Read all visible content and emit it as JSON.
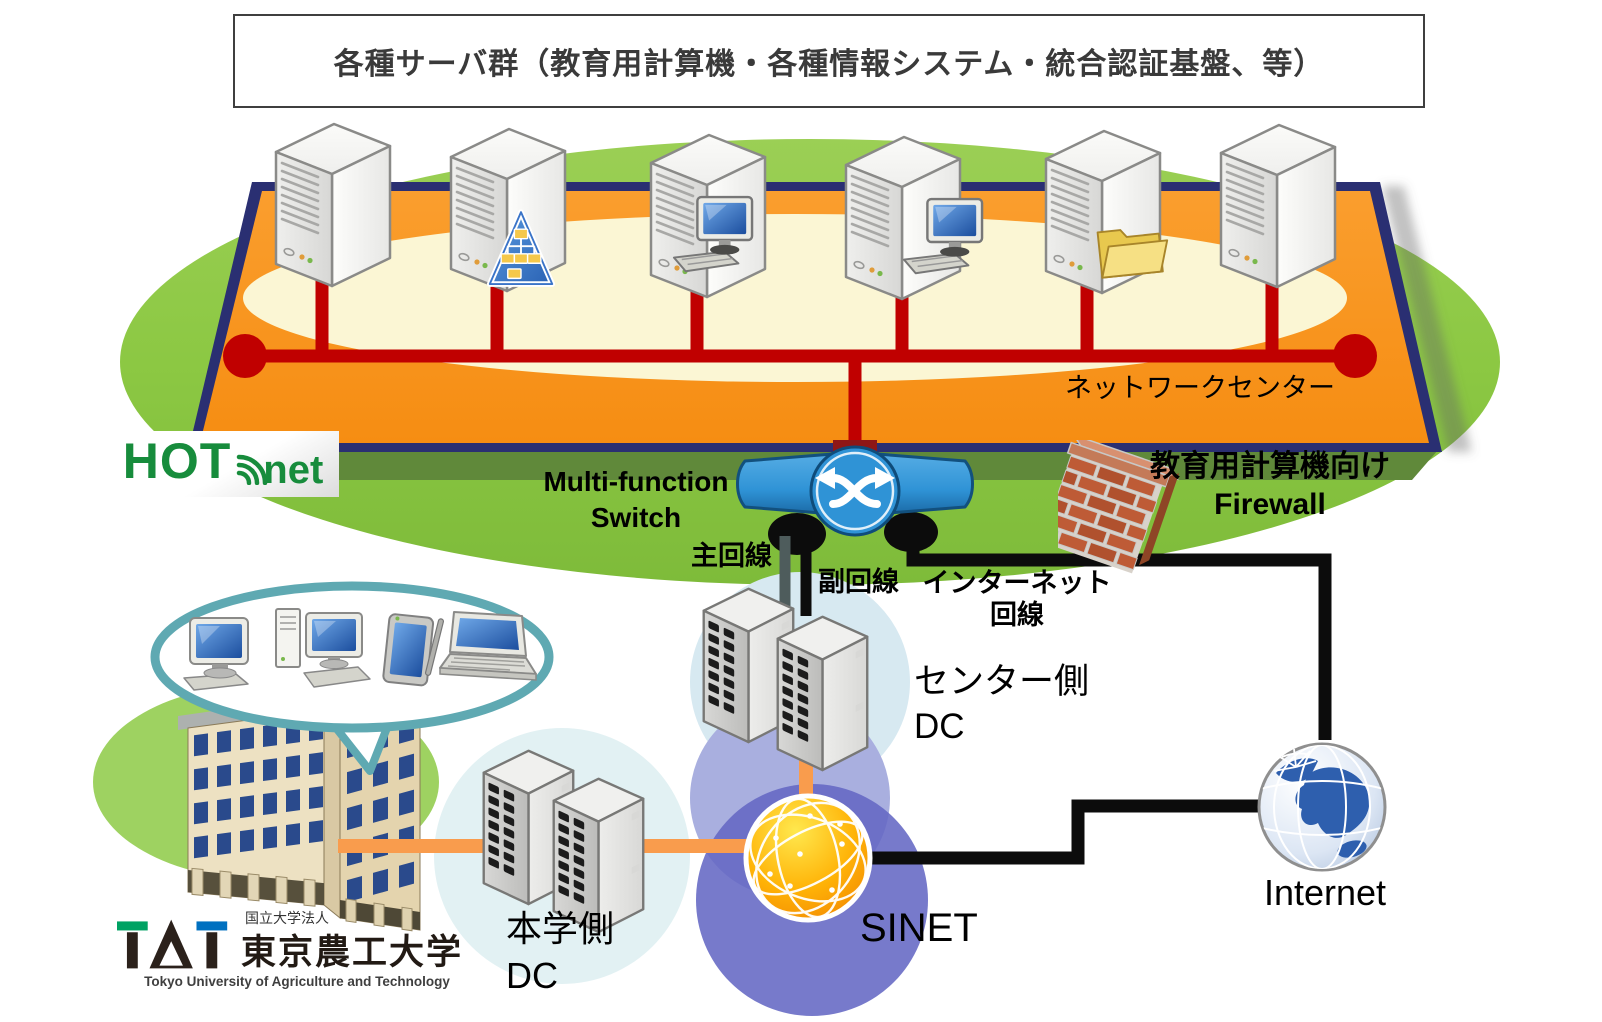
{
  "title": "各種サーバ群（教育用計算機・各種情報システム・統合認証基盤、等）",
  "network_center_label": "ネットワークセンター",
  "hotnet_logo": {
    "hot": "HOT",
    "net": "net"
  },
  "switch_label": {
    "line1": "Multi-function",
    "line2": "Switch"
  },
  "line_labels": {
    "main": "主回線",
    "secondary": "副回線",
    "internet_line1": "インターネット",
    "internet_line2": "回線"
  },
  "firewall_label": {
    "line1": "教育用計算機向け",
    "line2": "Firewall"
  },
  "dc_center_label": {
    "line1": "センター側",
    "line2": "DC"
  },
  "dc_university_label": {
    "line1": "本学側",
    "line2": "DC"
  },
  "sinet_label": "SINET",
  "internet_label": "Internet",
  "tuat_logo": {
    "corporation": "国立大学法人",
    "name_ja": "東京農工大学",
    "name_en": "Tokyo University of Agriculture and Technology"
  },
  "servers": [
    {
      "id": "server-1",
      "badge": "none"
    },
    {
      "id": "server-2",
      "badge": "directory-tree-icon"
    },
    {
      "id": "server-3",
      "badge": "workstation-icon"
    },
    {
      "id": "server-4",
      "badge": "workstation-icon"
    },
    {
      "id": "server-5",
      "badge": "folder-icon"
    },
    {
      "id": "server-6",
      "badge": "none"
    }
  ],
  "colors": {
    "green_ellipse": "#8CC843",
    "platform_orange": "#F89420",
    "platform_navy": "#2A2F72",
    "bus_red": "#C00000",
    "switch_blue": "#2F93D6",
    "line_orange": "#F99C4D",
    "purple_circle": "#6A6EC4",
    "bubble_teal": "#5FA9B2",
    "hotnet_green": "#178C3C",
    "brick": "#BE5B36"
  }
}
